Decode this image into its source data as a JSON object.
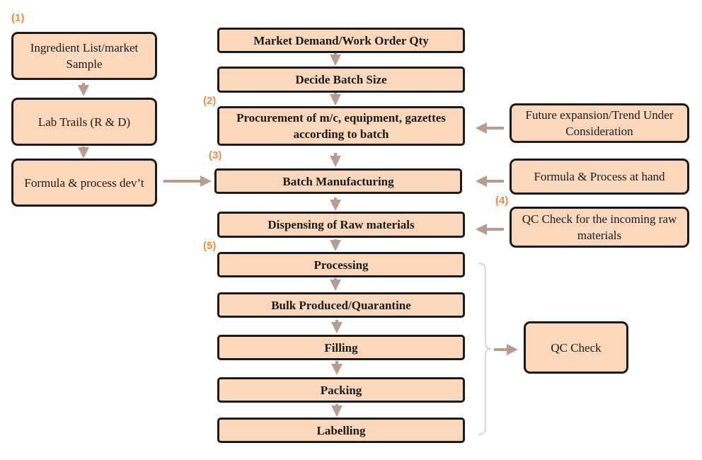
{
  "diagram": {
    "step_numbers": [
      "(1)",
      "(2)",
      "(3)",
      "(4)",
      "(5)"
    ],
    "left_column": [
      "Ingredient List/market Sample",
      "Lab Trails (R & D)",
      "Formula & process dev’t"
    ],
    "center_column": [
      "Market Demand/Work Order Qty",
      "Decide Batch Size",
      "Procurement of m/c, equipment, gazettes according to batch",
      "Batch Manufacturing",
      "Dispensing of Raw materials",
      "Processing",
      "Bulk Produced/Quarantine",
      "Filling",
      "Packing",
      "Labelling"
    ],
    "right_column": [
      "Future expansion/Trend Under Consideration",
      "Formula & Process at hand",
      "QC Check for the incoming raw materials"
    ],
    "qc_box": "QC Check",
    "colors": {
      "box_fill": "#fbd8bc",
      "box_border": "#1a1a1a",
      "arrow": "#b89c90",
      "bracket": "#d8c8c0",
      "step_number": "#ed8b3f"
    }
  }
}
